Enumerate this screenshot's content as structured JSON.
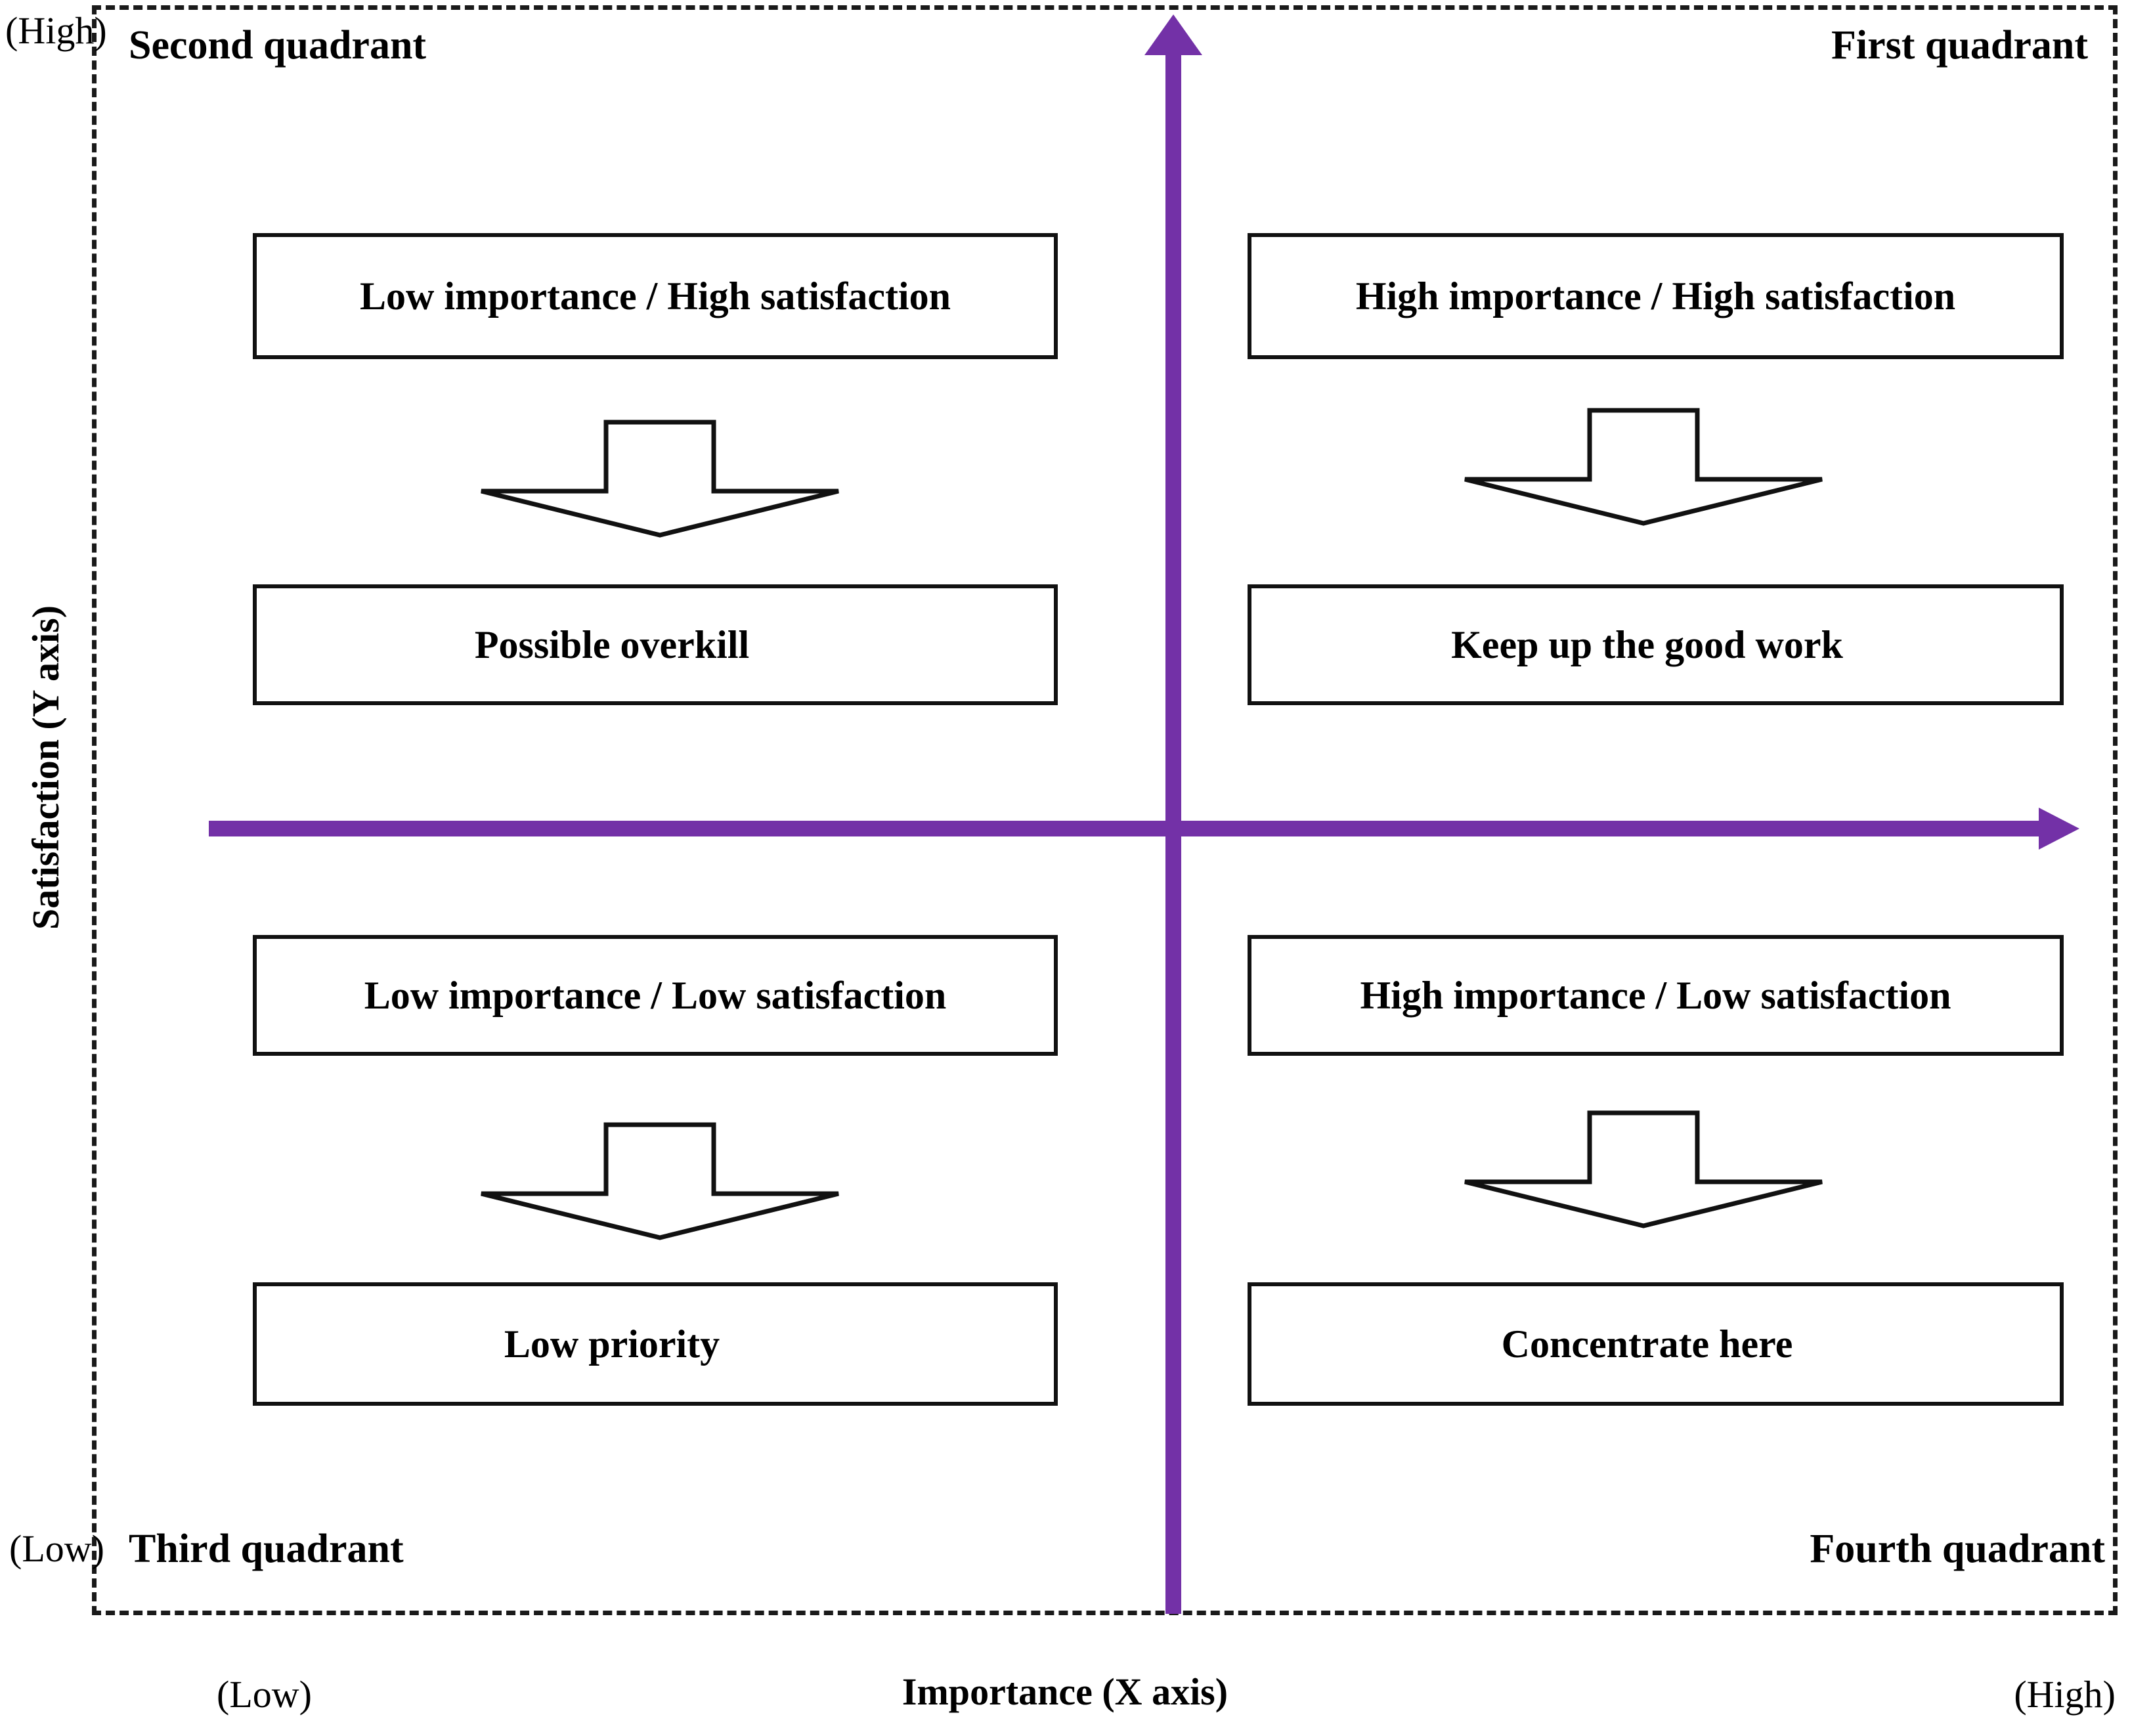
{
  "diagram": {
    "title_internal": "Importance-Performance Analysis Matrix",
    "accent_color": "#7331A7",
    "line_color": "#111111",
    "background": "#ffffff"
  },
  "axes": {
    "x_title": "Importance (X axis)",
    "y_title": "Satisfaction (Y axis)",
    "x_low_label": "(Low)",
    "x_high_label": "(High)",
    "y_low_label": "(Low)",
    "y_high_label": "(High)",
    "x_arrow_icon": "arrow-right-icon",
    "y_arrow_icon": "arrow-up-icon"
  },
  "quadrant_captions": {
    "first": "First quadrant",
    "second": "Second quadrant",
    "third": "Third quadrant",
    "fourth": "Fourth quadrant"
  },
  "quadrants": [
    {
      "position": "second",
      "condition": "Low importance / High satisfaction",
      "arrow_icon": "arrow-down-icon",
      "action": "Possible overkill"
    },
    {
      "position": "first",
      "condition": "High importance / High satisfaction",
      "arrow_icon": "arrow-down-icon",
      "action": "Keep up the good work"
    },
    {
      "position": "third",
      "condition": "Low importance / Low satisfaction",
      "arrow_icon": "arrow-down-icon",
      "action": "Low priority"
    },
    {
      "position": "fourth",
      "condition": "High importance / Low satisfaction",
      "arrow_icon": "arrow-down-icon",
      "action": "Concentrate here"
    }
  ],
  "chart_data": {
    "type": "table",
    "title": "",
    "xlabel": "Importance (X axis)",
    "ylabel": "Satisfaction (Y axis)",
    "xlim": [
      "Low",
      "High"
    ],
    "ylim": [
      "Low",
      "High"
    ],
    "grid": false,
    "legend": "none",
    "quadrant_map": [
      {
        "quadrant": "First quadrant",
        "x": "High",
        "y": "High",
        "condition": "High importance / High satisfaction",
        "action": "Keep up the good work"
      },
      {
        "quadrant": "Second quadrant",
        "x": "Low",
        "y": "High",
        "condition": "Low importance / High satisfaction",
        "action": "Possible overkill"
      },
      {
        "quadrant": "Third quadrant",
        "x": "Low",
        "y": "Low",
        "condition": "Low importance / Low satisfaction",
        "action": "Low priority"
      },
      {
        "quadrant": "Fourth quadrant",
        "x": "High",
        "y": "Low",
        "condition": "High importance / Low satisfaction",
        "action": "Concentrate here"
      }
    ]
  }
}
